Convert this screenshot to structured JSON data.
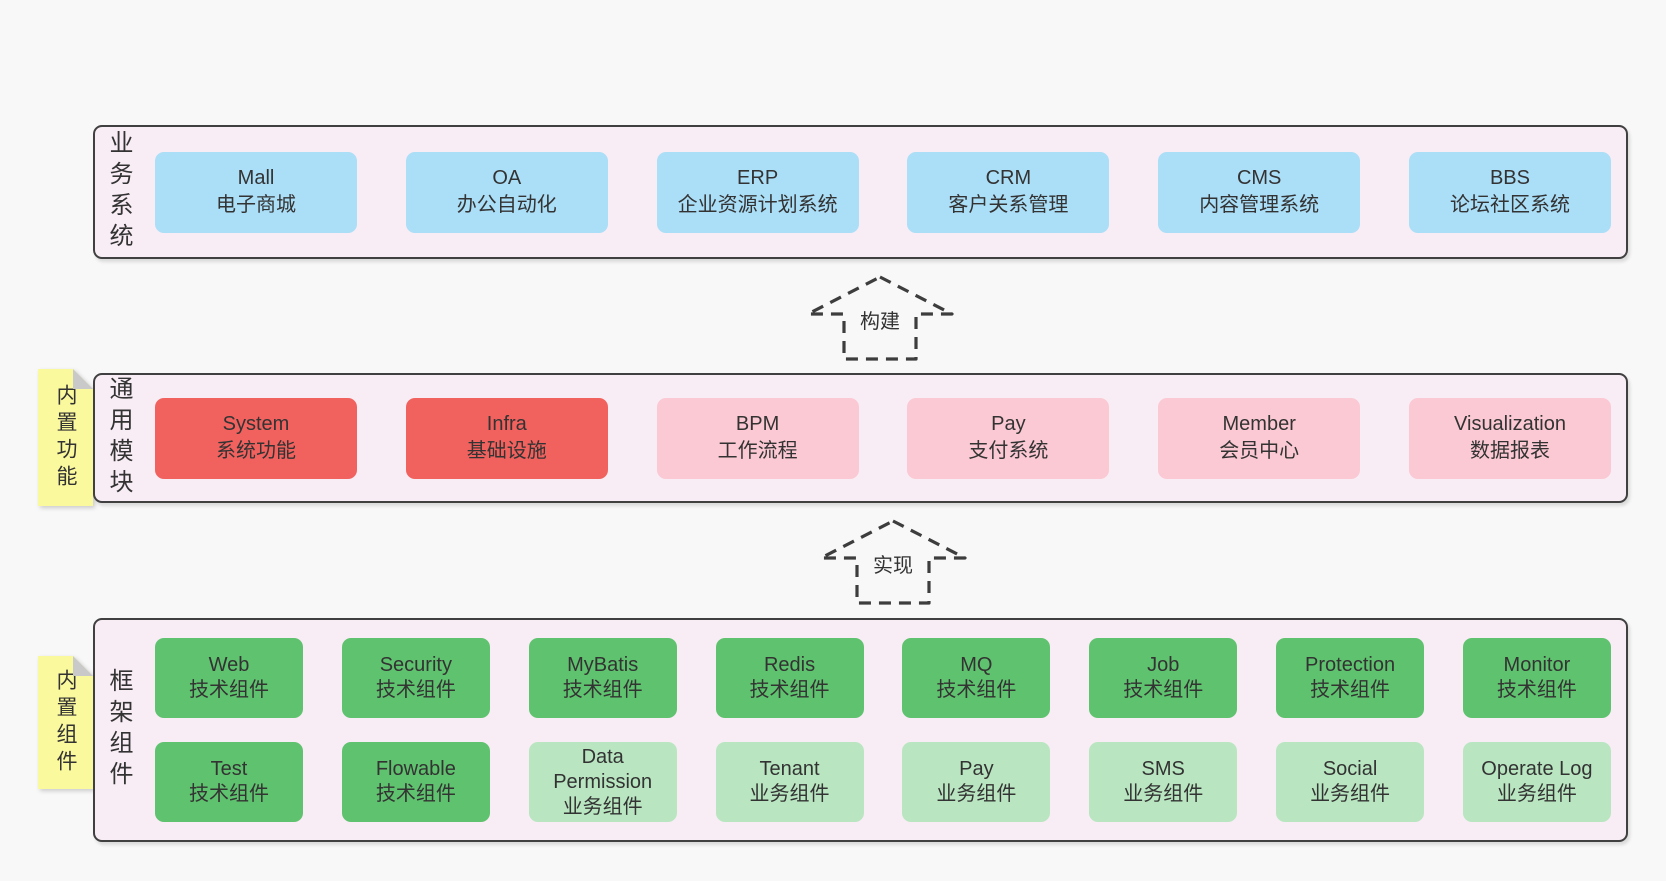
{
  "diagram_title": "",
  "colors": {
    "page_bg": "#f8f8f8",
    "panel_bg": "#f8edf5",
    "panel_border": "#404040",
    "blue": "#abdef7",
    "red": "#f1625f",
    "pink": "#fbc9d3",
    "green": "#5fc26e",
    "light_green": "#b9e6c1",
    "note_yellow": "#fbf99e",
    "fold_gray": "#c9c9c9",
    "text": "#333333"
  },
  "arrows": [
    {
      "label": "构建"
    },
    {
      "label": "实现"
    }
  ],
  "layers": [
    {
      "id": "business-systems",
      "label": "业务系统",
      "note": null,
      "rows": [
        [
          {
            "title": "Mall",
            "subtitle": "电子商城",
            "color": "blue"
          },
          {
            "title": "OA",
            "subtitle": "办公自动化",
            "color": "blue"
          },
          {
            "title": "ERP",
            "subtitle": "企业资源计划系统",
            "color": "blue"
          },
          {
            "title": "CRM",
            "subtitle": "客户关系管理",
            "color": "blue"
          },
          {
            "title": "CMS",
            "subtitle": "内容管理系统",
            "color": "blue"
          },
          {
            "title": "BBS",
            "subtitle": "论坛社区系统",
            "color": "blue"
          }
        ]
      ]
    },
    {
      "id": "common-modules",
      "label": "通用模块",
      "note": "内置功能",
      "rows": [
        [
          {
            "title": "System",
            "subtitle": "系统功能",
            "color": "red"
          },
          {
            "title": "Infra",
            "subtitle": "基础设施",
            "color": "red"
          },
          {
            "title": "BPM",
            "subtitle": "工作流程",
            "color": "pink"
          },
          {
            "title": "Pay",
            "subtitle": "支付系统",
            "color": "pink"
          },
          {
            "title": "Member",
            "subtitle": "会员中心",
            "color": "pink"
          },
          {
            "title": "Visualization",
            "subtitle": "数据报表",
            "color": "pink"
          }
        ]
      ]
    },
    {
      "id": "framework-components",
      "label": "框架组件",
      "note": "内置组件",
      "rows": [
        [
          {
            "title": "Web",
            "subtitle": "技术组件",
            "color": "green"
          },
          {
            "title": "Security",
            "subtitle": "技术组件",
            "color": "green"
          },
          {
            "title": "MyBatis",
            "subtitle": "技术组件",
            "color": "green"
          },
          {
            "title": "Redis",
            "subtitle": "技术组件",
            "color": "green"
          },
          {
            "title": "MQ",
            "subtitle": "技术组件",
            "color": "green"
          },
          {
            "title": "Job",
            "subtitle": "技术组件",
            "color": "green"
          },
          {
            "title": "Protection",
            "subtitle": "技术组件",
            "color": "green"
          },
          {
            "title": "Monitor",
            "subtitle": "技术组件",
            "color": "green"
          }
        ],
        [
          {
            "title": "Test",
            "subtitle": "技术组件",
            "color": "green"
          },
          {
            "title": "Flowable",
            "subtitle": "技术组件",
            "color": "green"
          },
          {
            "title": "Data Permission",
            "subtitle": "业务组件",
            "color": "light_green"
          },
          {
            "title": "Tenant",
            "subtitle": "业务组件",
            "color": "light_green"
          },
          {
            "title": "Pay",
            "subtitle": "业务组件",
            "color": "light_green"
          },
          {
            "title": "SMS",
            "subtitle": "业务组件",
            "color": "light_green"
          },
          {
            "title": "Social",
            "subtitle": "业务组件",
            "color": "light_green"
          },
          {
            "title": "Operate Log",
            "subtitle": "业务组件",
            "color": "light_green"
          }
        ]
      ]
    }
  ]
}
